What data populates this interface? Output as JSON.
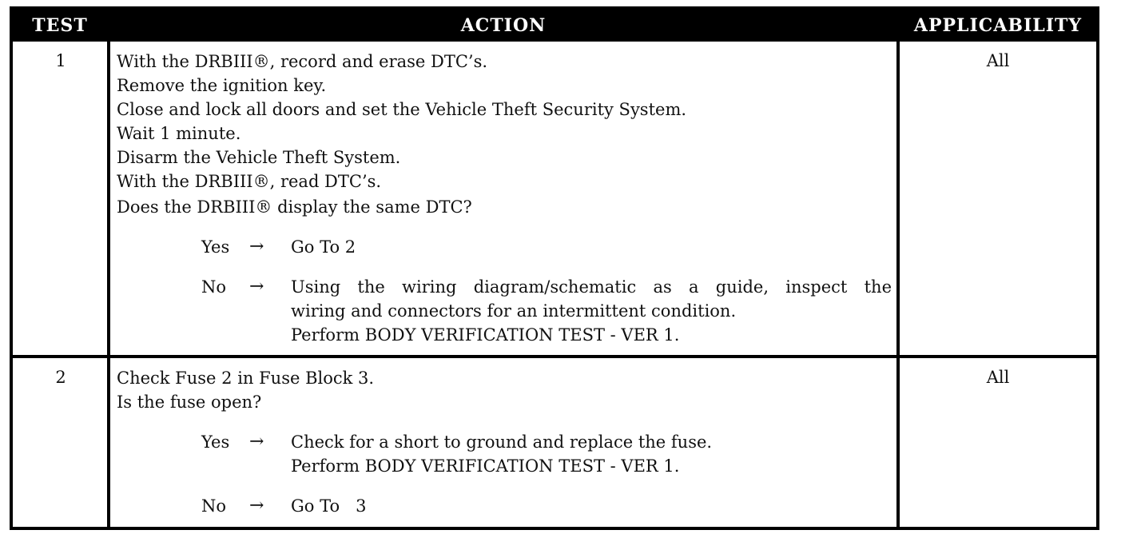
{
  "headers": {
    "test": "TEST",
    "action": "ACTION",
    "applicability": "APPLICABILITY"
  },
  "rows": [
    {
      "test": "1",
      "applicability": "All",
      "steps": [
        "With the DRBIII®, record and erase DTC’s.",
        "Remove the ignition key.",
        "Close and lock all doors and set the Vehicle Theft Security System.",
        "Wait 1 minute.",
        "Disarm the Vehicle Theft System.",
        "With the DRBIII®, read DTC’s.",
        "Does the DRBIII® display the same DTC?"
      ],
      "yes": {
        "label": "Yes",
        "arrow": "→",
        "lines": [
          "Go To   2"
        ]
      },
      "no": {
        "label": "No",
        "arrow": "→",
        "lines": [
          "Using the wiring diagram/schematic as a guide, inspect the",
          "wiring and connectors for an intermittent condition.",
          "Perform BODY VERIFICATION TEST - VER 1."
        ]
      }
    },
    {
      "test": "2",
      "applicability": "All",
      "steps": [
        "Check Fuse 2 in Fuse Block 3.",
        "Is the fuse open?"
      ],
      "yes": {
        "label": "Yes",
        "arrow": "→",
        "lines": [
          "Check for a short to ground and replace the fuse.",
          "Perform BODY VERIFICATION TEST - VER 1."
        ]
      },
      "no": {
        "label": "No",
        "arrow": "→",
        "lines": [
          "Go To   3"
        ]
      }
    }
  ]
}
